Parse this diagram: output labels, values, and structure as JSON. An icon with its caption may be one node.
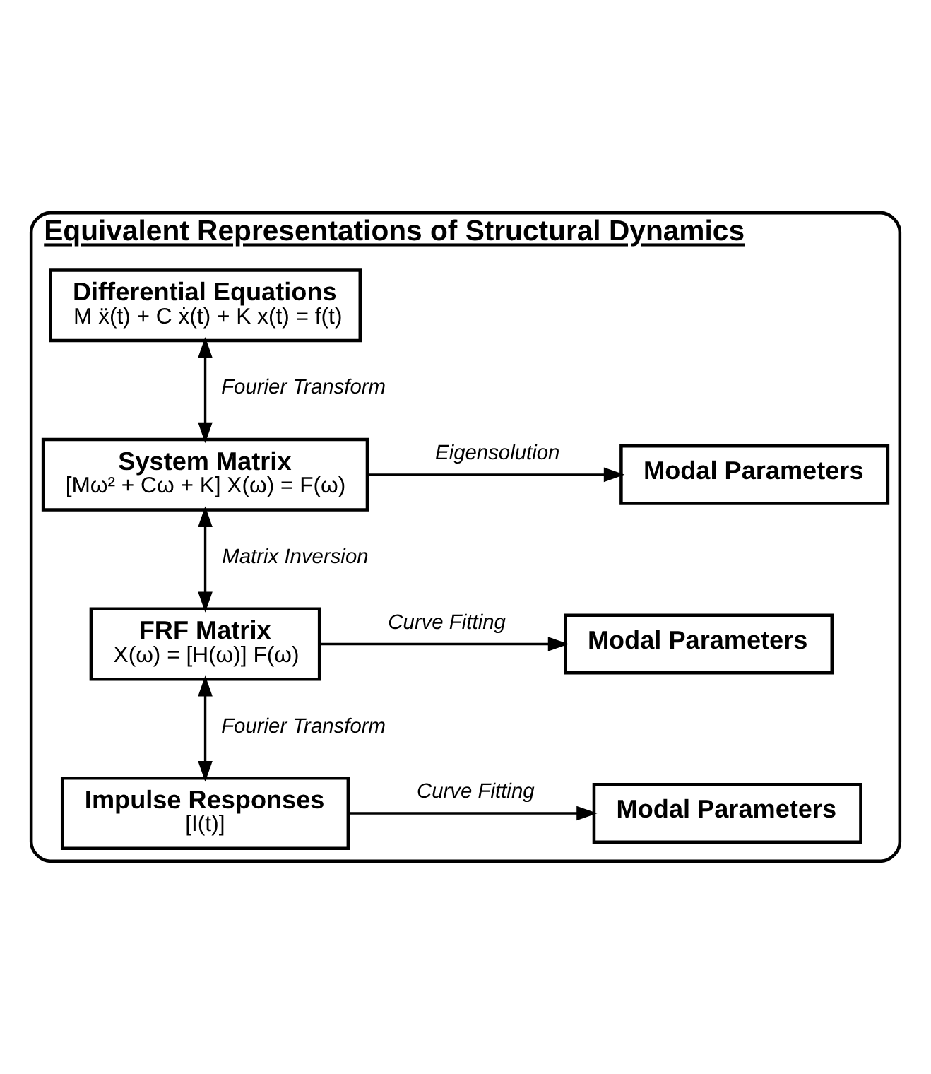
{
  "diagram": {
    "nodes": [
      {
        "text": [
          "Equivalent Representations of Structural Dynamics"
        ]
      },
      {
        "text": [
          "Differential Equations",
          "M ẍ(t) + C ẋ(t) + K x(t) = f(t)"
        ],
        "in": 0
      },
      {
        "text": [
          "System Matrix",
          "[Mω² + Cω + K] X(ω) = F(ω)"
        ],
        "in": 0
      },
      {
        "text": [
          "Modal Parameters"
        ],
        "in": 0
      },
      {
        "text": [
          "FRF Matrix",
          "X(ω) = [H(ω)] F(ω)"
        ],
        "in": 0
      },
      {
        "text": [
          "Modal Parameters"
        ],
        "in": 0
      },
      {
        "text": [
          "Impulse Responses",
          "[I(t)]"
        ],
        "in": 0
      },
      {
        "text": [
          "Modal Parameters"
        ],
        "in": 0
      }
    ],
    "edges": [
      {
        "from": 1,
        "to": 2,
        "arrow": "both",
        "label": "Fourier Transform"
      },
      {
        "from": 2,
        "to": 3,
        "arrow": "to",
        "label": "Eigensolution"
      },
      {
        "from": 2,
        "to": 4,
        "arrow": "both",
        "label": "Matrix Inversion"
      },
      {
        "from": 4,
        "to": 5,
        "arrow": "to",
        "label": "Curve Fitting"
      },
      {
        "from": 4,
        "to": 6,
        "arrow": "both",
        "label": "Fourier Transform"
      },
      {
        "from": 6,
        "to": 7,
        "arrow": "to",
        "label": "Curve Fitting"
      }
    ]
  }
}
